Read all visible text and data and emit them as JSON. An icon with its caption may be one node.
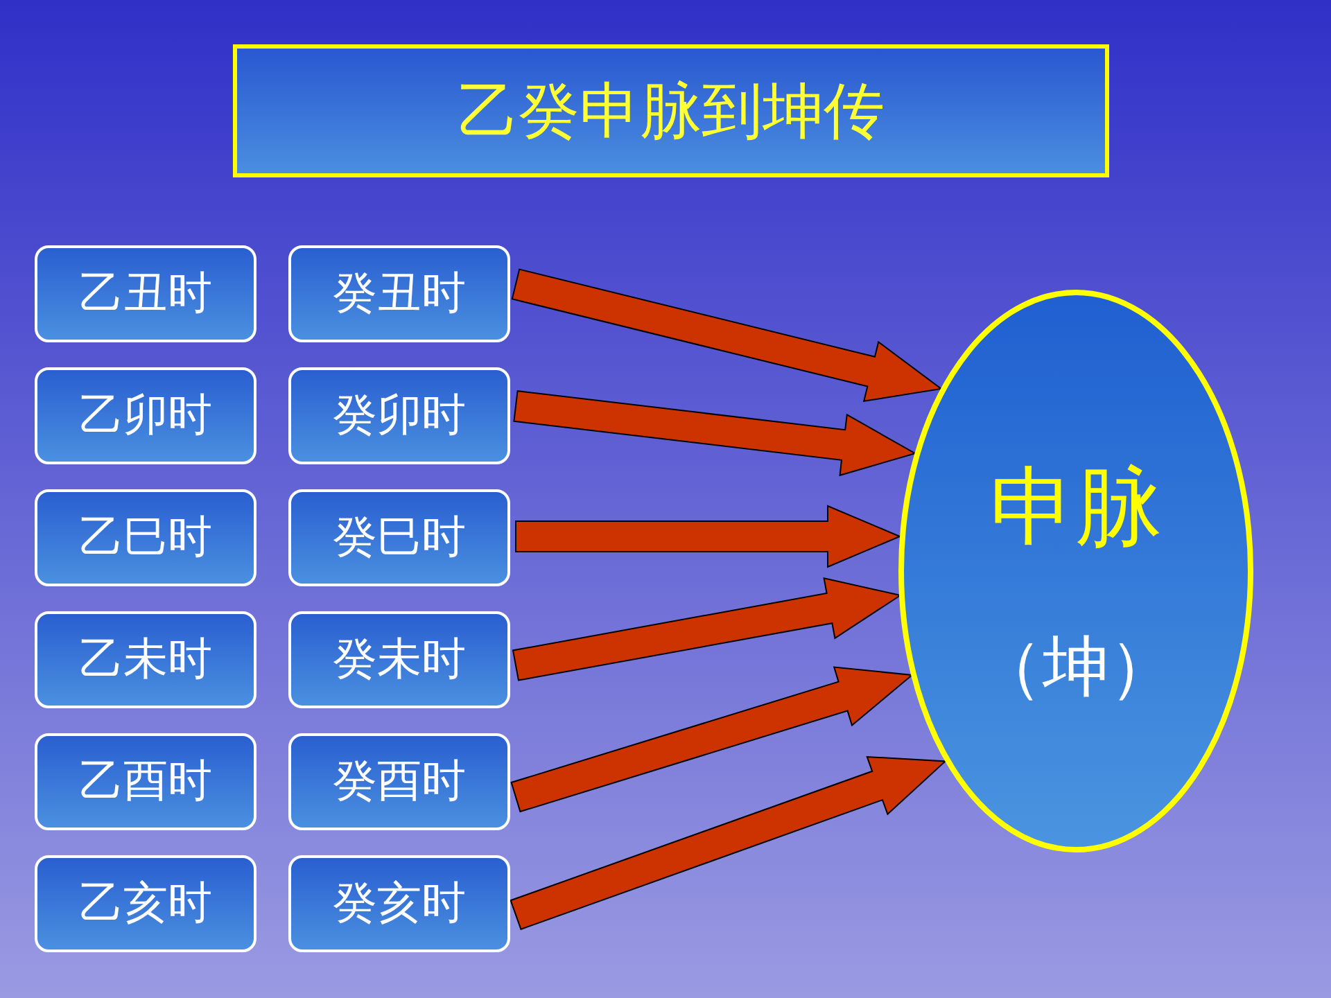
{
  "diagram": {
    "title": "乙癸申脉到坤传",
    "nodes": [
      {
        "text": [
          "乙丑时"
        ]
      },
      {
        "text": [
          "癸丑时"
        ]
      },
      {
        "text": [
          "乙卯时"
        ]
      },
      {
        "text": [
          "癸卯时"
        ]
      },
      {
        "text": [
          "乙巳时"
        ]
      },
      {
        "text": [
          "癸巳时"
        ]
      },
      {
        "text": [
          "乙未时"
        ]
      },
      {
        "text": [
          "癸未时"
        ]
      },
      {
        "text": [
          "乙酉时"
        ]
      },
      {
        "text": [
          "癸酉时"
        ]
      },
      {
        "text": [
          "乙亥时"
        ]
      },
      {
        "text": [
          "癸亥时"
        ]
      },
      {
        "text": [
          "申脉",
          "（坤）"
        ]
      }
    ],
    "edges": [
      {
        "from": 1,
        "to": 12,
        "arrow": "to"
      },
      {
        "from": 3,
        "to": 12,
        "arrow": "to"
      },
      {
        "from": 5,
        "to": 12,
        "arrow": "to"
      },
      {
        "from": 7,
        "to": 12,
        "arrow": "to"
      },
      {
        "from": 9,
        "to": 12,
        "arrow": "to"
      },
      {
        "from": 11,
        "to": 12,
        "arrow": "to"
      }
    ]
  }
}
